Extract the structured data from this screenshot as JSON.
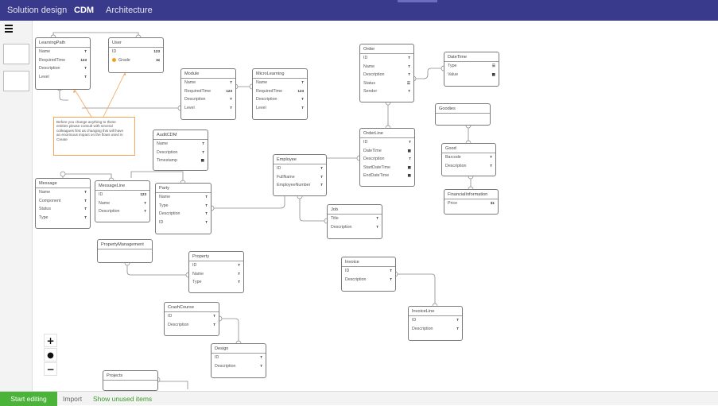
{
  "nav": {
    "tabs": [
      "Solution design",
      "CDM",
      "Architecture"
    ],
    "active": "CDM"
  },
  "note": {
    "lines": [
      "Before you change anything to these",
      "entities please consult with several",
      "colleagues first as changing this will have",
      "an enormous impact on the flows used in",
      "Create"
    ]
  },
  "zoom": {
    "in": "+",
    "reset": "●",
    "out": "−"
  },
  "bottom": {
    "start": "Start editing",
    "import": "Import",
    "unused": "Show unused items"
  },
  "colors": {
    "topbar": "#3a3a8c",
    "start_button": "#4bb33a",
    "note_border": "#f3a55c",
    "wire": "#8a8a8a"
  },
  "entities": [
    {
      "name": "LearningPath",
      "attrs": [
        {
          "n": "Name",
          "t": "T"
        },
        {
          "n": "RequiredTime",
          "t": "123"
        },
        {
          "n": "Description",
          "t": "T"
        },
        {
          "n": "Level",
          "t": "T"
        }
      ]
    },
    {
      "name": "User",
      "attrs": [
        {
          "n": "ID",
          "t": "123"
        },
        {
          "n": "Grade",
          "t": "⋈",
          "key": true
        }
      ]
    },
    {
      "name": "Module",
      "attrs": [
        {
          "n": "Name",
          "t": "T"
        },
        {
          "n": "RequiredTime",
          "t": "123"
        },
        {
          "n": "Description",
          "t": "T"
        },
        {
          "n": "Level",
          "t": "T"
        }
      ]
    },
    {
      "name": "MicroLearning",
      "attrs": [
        {
          "n": "Name",
          "t": "T"
        },
        {
          "n": "RequiredTime",
          "t": "123"
        },
        {
          "n": "Description",
          "t": "T"
        },
        {
          "n": "Level",
          "t": "T"
        }
      ]
    },
    {
      "name": "Order",
      "attrs": [
        {
          "n": "ID",
          "t": "T"
        },
        {
          "n": "Name",
          "t": "T"
        },
        {
          "n": "Description",
          "t": "T"
        },
        {
          "n": "Status",
          "t": "☰"
        },
        {
          "n": "Sender",
          "t": "T"
        }
      ]
    },
    {
      "name": "DateTime",
      "attrs": [
        {
          "n": "Type",
          "t": "☰"
        },
        {
          "n": "Value",
          "t": "▦"
        }
      ]
    },
    {
      "name": "Goodies",
      "attrs": []
    },
    {
      "name": "OrderLine",
      "attrs": [
        {
          "n": "ID",
          "t": "T"
        },
        {
          "n": "DateTime",
          "t": "▦"
        },
        {
          "n": "Description",
          "t": "T"
        },
        {
          "n": "StartDateTime",
          "t": "▦"
        },
        {
          "n": "EndDateTime",
          "t": "▦"
        }
      ]
    },
    {
      "name": "Good",
      "attrs": [
        {
          "n": "Barcode",
          "t": "T"
        },
        {
          "n": "Description",
          "t": "T"
        }
      ]
    },
    {
      "name": "FinancialInformation",
      "attrs": [
        {
          "n": "Price",
          "t": "$1"
        }
      ]
    },
    {
      "name": "AuditCDM",
      "attrs": [
        {
          "n": "Name",
          "t": "T"
        },
        {
          "n": "Description",
          "t": "T"
        },
        {
          "n": "Timestamp",
          "t": "▦"
        }
      ]
    },
    {
      "name": "Employee",
      "attrs": [
        {
          "n": "ID",
          "t": "T"
        },
        {
          "n": "FullName",
          "t": "T"
        },
        {
          "n": "EmployeeNumber",
          "t": "T"
        }
      ]
    },
    {
      "name": "Message",
      "attrs": [
        {
          "n": "Name",
          "t": "T"
        },
        {
          "n": "Component",
          "t": "T"
        },
        {
          "n": "Status",
          "t": "T"
        },
        {
          "n": "Type",
          "t": "T"
        }
      ]
    },
    {
      "name": "MessageLine",
      "attrs": [
        {
          "n": "ID",
          "t": "123"
        },
        {
          "n": "Name",
          "t": "T"
        },
        {
          "n": "Description",
          "t": "T"
        }
      ]
    },
    {
      "name": "Party",
      "attrs": [
        {
          "n": "Name",
          "t": "T"
        },
        {
          "n": "Type",
          "t": "T"
        },
        {
          "n": "Description",
          "t": "T"
        },
        {
          "n": "ID",
          "t": "T"
        }
      ]
    },
    {
      "name": "Job",
      "attrs": [
        {
          "n": "Title",
          "t": "T"
        },
        {
          "n": "Description",
          "t": "T"
        }
      ]
    },
    {
      "name": "PropertyManagement",
      "attrs": []
    },
    {
      "name": "Property",
      "attrs": [
        {
          "n": "ID",
          "t": "T"
        },
        {
          "n": "Name",
          "t": "T"
        },
        {
          "n": "Type",
          "t": "T"
        }
      ]
    },
    {
      "name": "Invoice",
      "attrs": [
        {
          "n": "ID",
          "t": "T"
        },
        {
          "n": "Description",
          "t": "T"
        }
      ]
    },
    {
      "name": "InvoiceLine",
      "attrs": [
        {
          "n": "ID",
          "t": "T"
        },
        {
          "n": "Description",
          "t": "T"
        }
      ]
    },
    {
      "name": "CrashCourse",
      "attrs": [
        {
          "n": "ID",
          "t": "T"
        },
        {
          "n": "Description",
          "t": "T"
        }
      ]
    },
    {
      "name": "Design",
      "attrs": [
        {
          "n": "ID",
          "t": "T"
        },
        {
          "n": "Description",
          "t": "T"
        }
      ]
    },
    {
      "name": "Projects",
      "attrs": []
    }
  ]
}
